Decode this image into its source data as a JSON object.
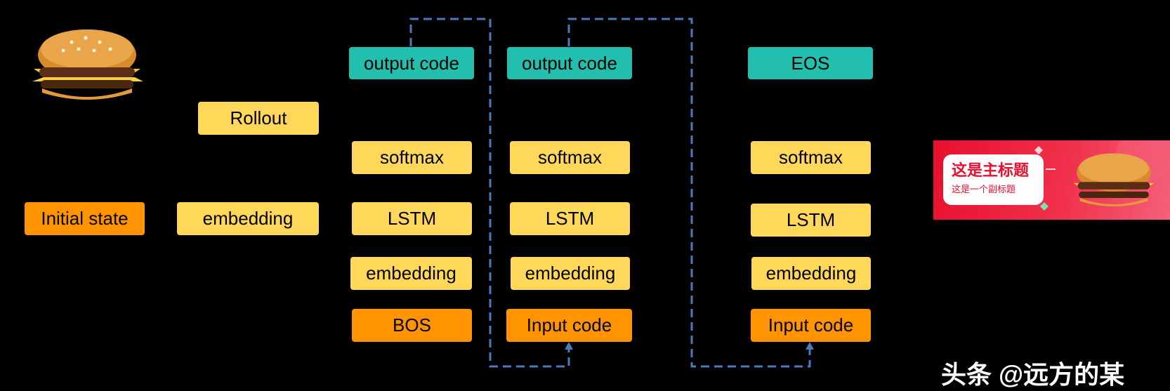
{
  "colors": {
    "background": "#000000",
    "yellow_box": "#FFD85A",
    "orange_box": "#FF9400",
    "teal_box": "#22BFAE",
    "dashed_line": "#4A7BB7",
    "banner_red": "#E8102E"
  },
  "left": {
    "initial_state": "Initial state",
    "embedding": "embedding",
    "rollout": "Rollout"
  },
  "step1": {
    "output": "output code",
    "softmax": "softmax",
    "lstm": "LSTM",
    "embedding": "embedding",
    "input": "BOS"
  },
  "step2": {
    "output": "output code",
    "softmax": "softmax",
    "lstm": "LSTM",
    "embedding": "embedding",
    "input": "Input code"
  },
  "step3": {
    "output": "EOS",
    "softmax": "softmax",
    "lstm": "LSTM",
    "embedding": "embedding",
    "input": "Input code"
  },
  "banner": {
    "title": "这是主标题",
    "subtitle": "这是一个副标题"
  },
  "watermark": "头条 @远方的某"
}
